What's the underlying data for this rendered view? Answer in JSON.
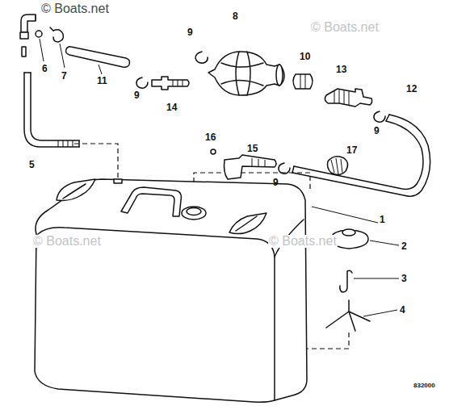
{
  "diagram": {
    "labels": [
      "© Boats.net",
      "© Boats.net",
      "© Boats.net",
      "© Boats.net",
      "8",
      "9",
      "6",
      "7",
      "11",
      "10",
      "13",
      "9",
      "14",
      "9",
      "12",
      "16",
      "15",
      "9",
      "17",
      "5",
      "1",
      "2",
      "3",
      "4",
      "832000"
    ]
  }
}
